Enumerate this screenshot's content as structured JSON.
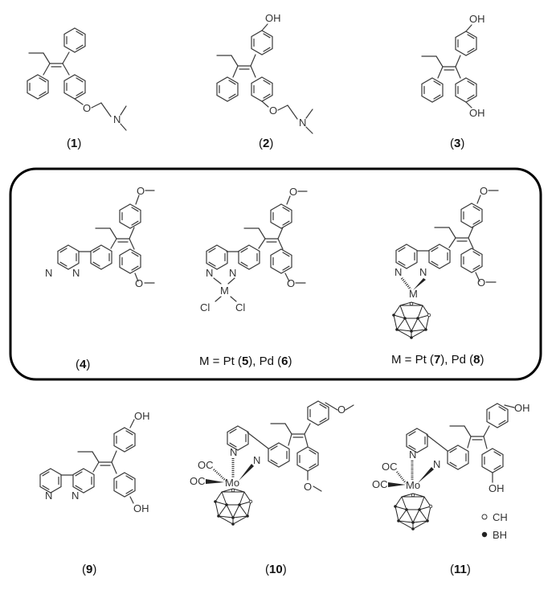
{
  "figure": {
    "compounds": [
      {
        "id": "1",
        "label_open": "(",
        "number": "1",
        "label_close": ")",
        "substituents": {
          "top": "",
          "bottom": "O",
          "amine": "N"
        }
      },
      {
        "id": "2",
        "label_open": "(",
        "number": "2",
        "label_close": ")",
        "substituents": {
          "top": "OH",
          "bottom": "O",
          "amine": "N"
        }
      },
      {
        "id": "3",
        "label_open": "(",
        "number": "3",
        "label_close": ")",
        "substituents": {
          "top": "OH",
          "bottom": "OH"
        }
      },
      {
        "id": "4",
        "label_open": "(",
        "number": "4",
        "label_close": ")",
        "substituents": {
          "top": "O",
          "bottom": "O",
          "n1": "N",
          "n2": "N"
        }
      },
      {
        "id": "5-6",
        "caption_prefix": "M = Pt (",
        "num_a": "5",
        "caption_mid": "), Pd (",
        "num_b": "6",
        "caption_suffix": ")",
        "substituents": {
          "top": "O",
          "bottom": "O",
          "n1": "N",
          "n2": "N",
          "metal": "M",
          "cl1": "Cl",
          "cl2": "Cl"
        }
      },
      {
        "id": "7-8",
        "caption_prefix": "M = Pt (",
        "num_a": "7",
        "caption_mid": "), Pd (",
        "num_b": "8",
        "caption_suffix": ")",
        "substituents": {
          "top": "O",
          "bottom": "O",
          "n1": "N",
          "n2": "N",
          "metal": "M"
        }
      },
      {
        "id": "9",
        "label_open": "(",
        "number": "9",
        "label_close": ")",
        "substituents": {
          "top": "OH",
          "bottom": "OH",
          "n1": "N",
          "n2": "N"
        }
      },
      {
        "id": "10",
        "label_open": "(",
        "number": "10",
        "label_close": ")",
        "substituents": {
          "top": "O",
          "bottom": "O",
          "n1": "N",
          "n2": "N",
          "metal": "Mo",
          "co1": "OC",
          "co2": "OC"
        }
      },
      {
        "id": "11",
        "label_open": "(",
        "number": "11",
        "label_close": ")",
        "substituents": {
          "top": "OH",
          "bottom": "OH",
          "n1": "N",
          "n2": "N",
          "metal": "Mo",
          "co1": "OC",
          "co2": "OC"
        }
      }
    ],
    "legend": [
      {
        "symbol": "open-circle",
        "text": "CH"
      },
      {
        "symbol": "filled-circle",
        "text": "BH"
      }
    ],
    "colors": {
      "bond": "#3a3a3a",
      "frame": "#000000",
      "text": "#111111"
    }
  }
}
